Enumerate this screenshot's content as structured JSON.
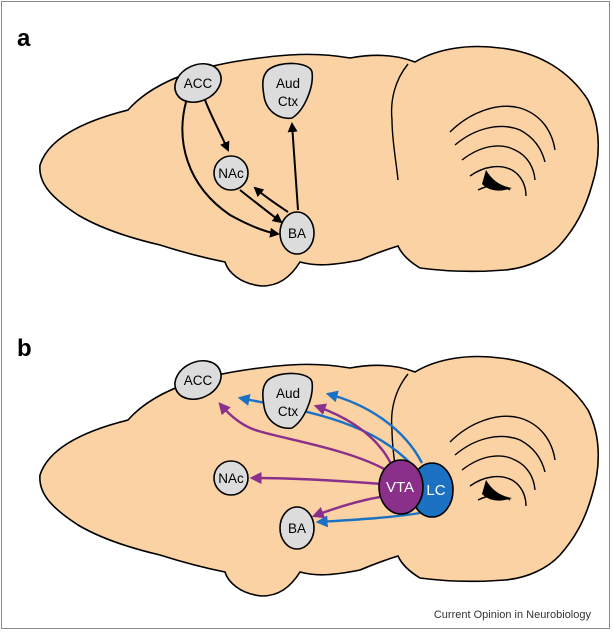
{
  "panels": {
    "a": {
      "label": "a",
      "regions": {
        "acc": "ACC",
        "aud_line1": "Aud",
        "aud_line2": "Ctx",
        "nac": "NAc",
        "ba": "BA"
      }
    },
    "b": {
      "label": "b",
      "regions": {
        "acc": "ACC",
        "aud_line1": "Aud",
        "aud_line2": "Ctx",
        "nac": "NAc",
        "ba": "BA",
        "vta": "VTA",
        "lc": "LC"
      }
    }
  },
  "credit": "Current Opinion in Neurobiology",
  "colors": {
    "brain_fill": "#fbd2a4",
    "region_fill": "#dcdcdc",
    "arrow_black": "#000000",
    "vta_purple": "#8a2f8a",
    "lc_blue": "#1b72c2"
  }
}
